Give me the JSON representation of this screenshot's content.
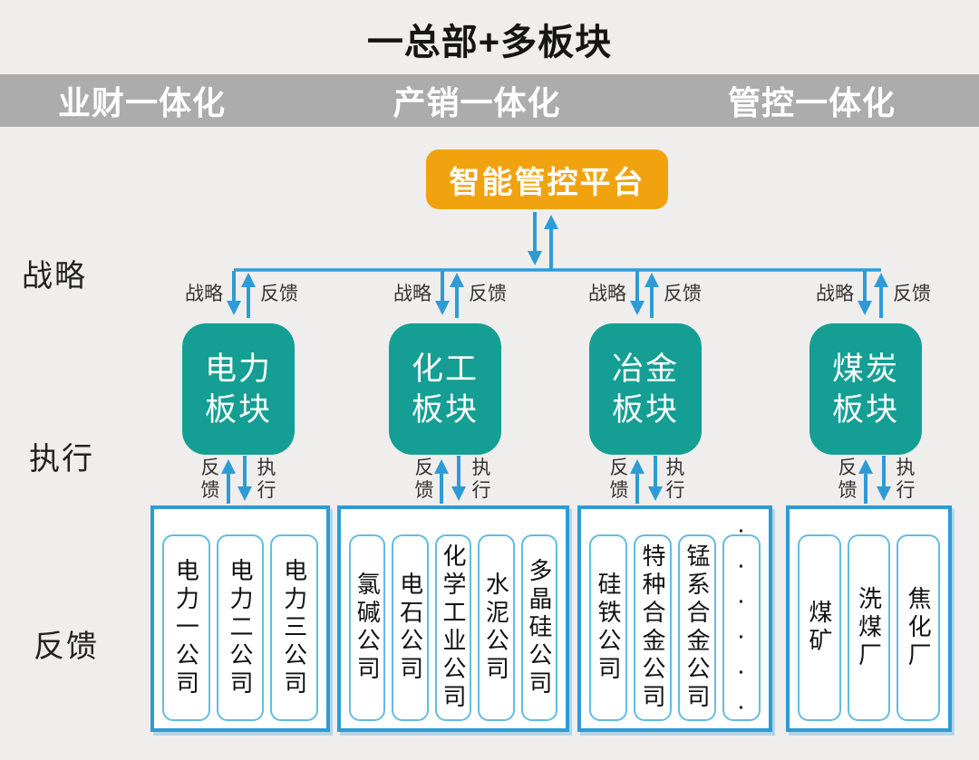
{
  "title": "一总部+多板块",
  "banner": {
    "items": [
      "业财一体化",
      "产销一体化",
      "管控一体化"
    ]
  },
  "platform": {
    "label": "智能管控平台"
  },
  "side_labels": {
    "strategy": "战略",
    "execute": "执行",
    "feedback": "反馈"
  },
  "flow_labels": {
    "strategy": "战略",
    "feedback": "反馈",
    "execute": "执行"
  },
  "sectors": [
    {
      "id": "power",
      "lines": [
        "电力",
        "板块"
      ],
      "companies": [
        "电力一公司",
        "电力二公司",
        "电力三公司"
      ]
    },
    {
      "id": "chemical",
      "lines": [
        "化工",
        "板块"
      ],
      "companies": [
        "氯碱公司",
        "电石公司",
        "化学工业公司",
        "水泥公司",
        "多晶硅公司"
      ]
    },
    {
      "id": "metallurgy",
      "lines": [
        "冶金",
        "板块"
      ],
      "companies": [
        "硅铁公司",
        "特种合金公司",
        "锰系合金公司",
        "······"
      ]
    },
    {
      "id": "coal",
      "lines": [
        "煤炭",
        "板块"
      ],
      "companies": [
        "煤矿",
        "洗煤厂",
        "焦化厂"
      ]
    }
  ],
  "colors": {
    "teal": "#159f94",
    "orange": "#f0a30f",
    "blue": "#2e9bd6",
    "banner_gray": "#acacac",
    "background": "#efeeec"
  }
}
